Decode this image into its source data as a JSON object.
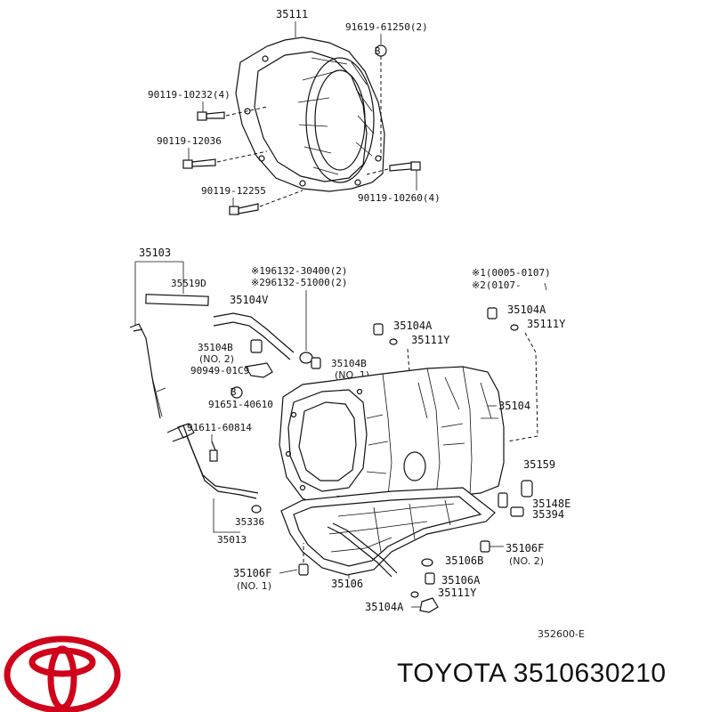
{
  "labels": {
    "p35111": "35111",
    "p91619": "91619-61250(2)",
    "p90119_10232": "90119-10232(4)",
    "p90119_12036": "90119-12036",
    "p90119_12255": "90119-12255",
    "p90119_10260": "90119-10260(4)",
    "p35103": "35103",
    "p35519d": "35519D",
    "p35104v": "35104V",
    "note1": "※196132-30400(2)",
    "note2": "※296132-51000(2)",
    "range1": "※1(0005-0107)",
    "range2": "※2(0107-",
    "p35104a_l": "35104A",
    "p35111y_l": "35111Y",
    "p35104a_r": "35104A",
    "p35111y_r": "35111Y",
    "p35104b_no2": "35104B",
    "p35104b_no2_sub": "(NO. 2)",
    "p90949": "90949-01C9",
    "p35104b_no1": "35104B",
    "p35104b_no1_sub": "(NO. 1)",
    "p91651": "91651-40610",
    "p35104": "35104",
    "p91611": "91611-60814",
    "p35159": "35159",
    "p35148e": "35148E",
    "p35394": "35394",
    "p35336": "35336",
    "p35013": "35013",
    "p35106f_r": "35106F",
    "p35106f_r_sub": "(NO. 2)",
    "p35106b": "35106B",
    "p35106f_l": "35106F",
    "p35106f_l_sub": "(NO. 1)",
    "p35106": "35106",
    "p35106a": "35106A",
    "p35111y_b": "35111Y",
    "p35104a_b": "35104A",
    "b_mark": "B",
    "ref": "352600-E"
  },
  "brand": {
    "text": "TOYOTA 3510630210",
    "logo_color": "#d0021b"
  }
}
